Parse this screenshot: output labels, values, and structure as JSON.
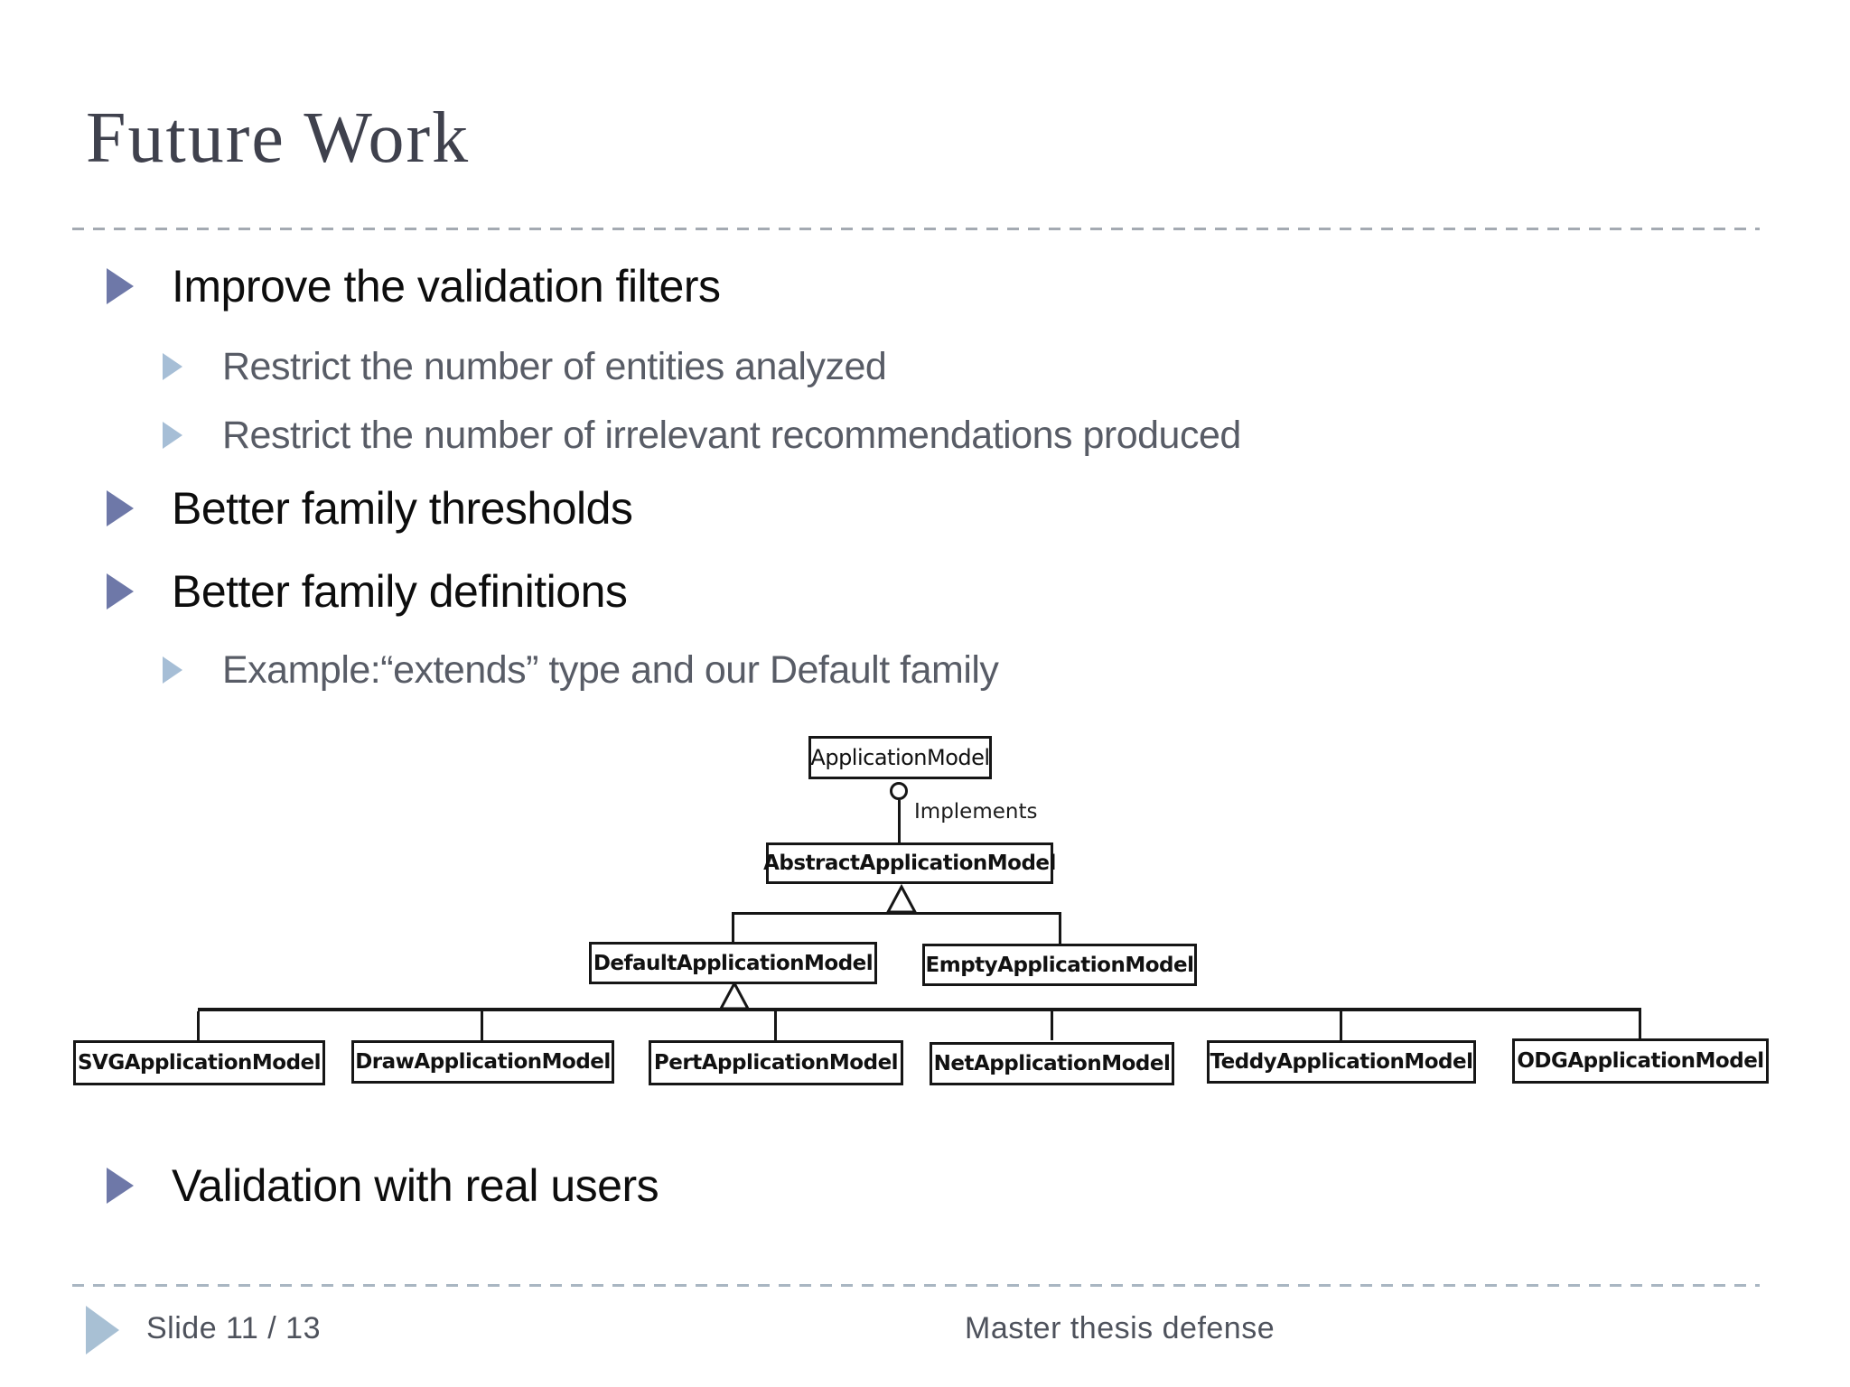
{
  "slide": {
    "title": "Future Work",
    "footer": {
      "slide_number": "Slide 11 / 13",
      "caption": "Master thesis defense"
    }
  },
  "bullets": [
    {
      "level": 1,
      "text": "Improve the validation filters"
    },
    {
      "level": 2,
      "text": "Restrict the number of entities analyzed"
    },
    {
      "level": 2,
      "text": "Restrict the number of irrelevant recommendations produced"
    },
    {
      "level": 1,
      "text": "Better family thresholds"
    },
    {
      "level": 1,
      "text": "Better family definitions"
    },
    {
      "level": 2,
      "text": "Example:“extends” type and our Default family"
    }
  ],
  "closing_bullet": {
    "level": 1,
    "text": "Validation with real users"
  },
  "diagram": {
    "relation_label": "Implements",
    "nodes": {
      "application": "ApplicationModel",
      "abstract": "AbstractApplicationModel",
      "default": "DefaultApplicationModel",
      "empty": "EmptyApplicationModel",
      "svg": "SVGApplicationModel",
      "draw": "DrawApplicationModel",
      "pert": "PertApplicationModel",
      "net": "NetApplicationModel",
      "teddy": "TeddyApplicationModel",
      "odg": "ODGApplicationModel"
    }
  },
  "colors": {
    "bullet_level1": "#6e78a8",
    "bullet_level2": "#a6bed6",
    "footer_arrow": "#a8c0d4",
    "title_text": "#3f414d",
    "body_text": "#0d0d0d",
    "sub_text": "#585c66",
    "diagram_line": "#161616"
  }
}
